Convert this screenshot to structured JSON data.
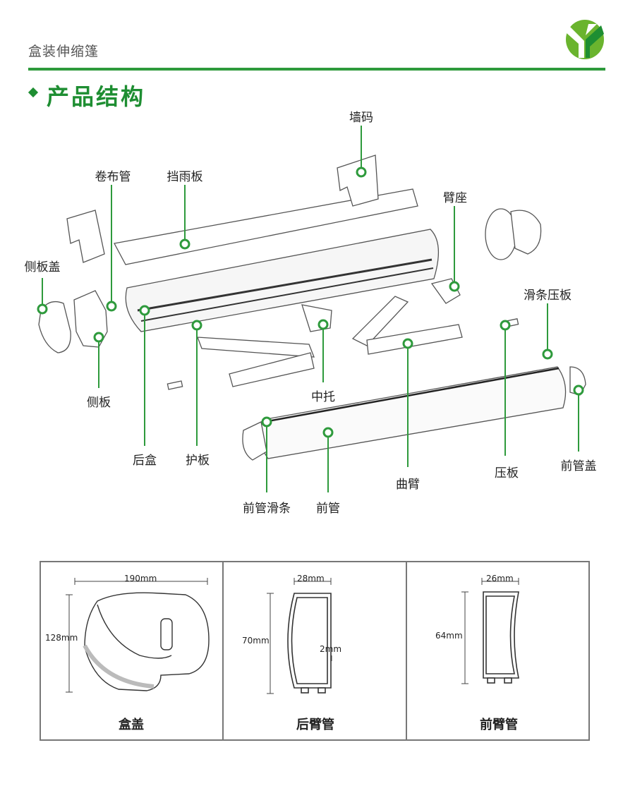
{
  "header": {
    "title": "盒装伸缩篷",
    "section_title": "产品结构"
  },
  "colors": {
    "accent": "#2e9a3c",
    "logo_green": "#6ab42e",
    "logo_dark": "#1e8e32"
  },
  "parts": {
    "wall_bracket": "墙码",
    "roller_tube": "卷布管",
    "rain_cover": "挡雨板",
    "arm_seat": "臂座",
    "side_cover": "侧板盖",
    "side_plate": "侧板",
    "rear_box": "后盒",
    "guard_plate": "护板",
    "middle_support": "中托",
    "folding_arm": "曲臂",
    "strip_clamp": "滑条压板",
    "press_plate": "压板",
    "front_tube_cap": "前管盖",
    "front_tube_slide": "前管滑条",
    "front_tube": "前管"
  },
  "profiles": [
    {
      "name": "盒盖",
      "width": "190mm",
      "height": "128mm"
    },
    {
      "name": "后臂管",
      "width": "28mm",
      "height": "70mm",
      "wall": "2mm"
    },
    {
      "name": "前臂管",
      "width": "26mm",
      "height": "64mm"
    }
  ]
}
